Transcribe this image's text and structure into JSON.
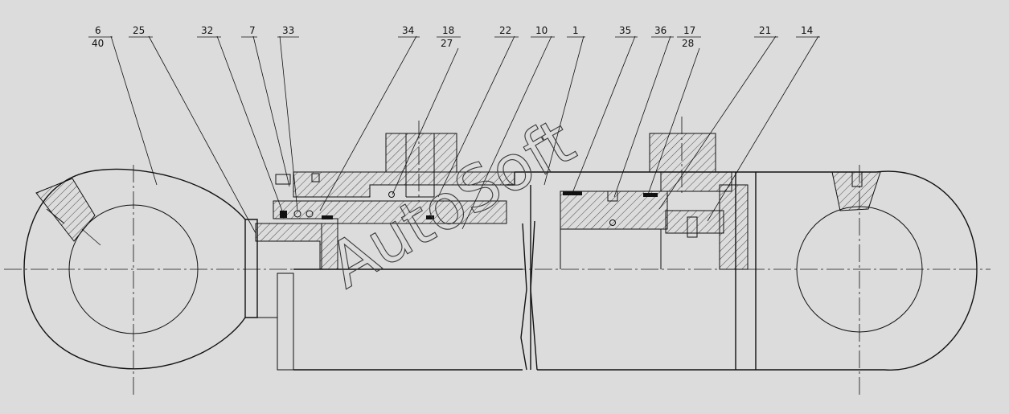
{
  "watermark": "AutoSoft",
  "callouts": [
    {
      "id": "c6",
      "text": "6",
      "sub": "40"
    },
    {
      "id": "c25",
      "text": "25"
    },
    {
      "id": "c32",
      "text": "32"
    },
    {
      "id": "c7",
      "text": "7"
    },
    {
      "id": "c33",
      "text": "33"
    },
    {
      "id": "c34",
      "text": "34"
    },
    {
      "id": "c18",
      "text": "18",
      "sub": "27"
    },
    {
      "id": "c22",
      "text": "22"
    },
    {
      "id": "c10",
      "text": "10"
    },
    {
      "id": "c1",
      "text": "1"
    },
    {
      "id": "c35",
      "text": "35"
    },
    {
      "id": "c36",
      "text": "36"
    },
    {
      "id": "c17",
      "text": "17",
      "sub": "28"
    },
    {
      "id": "c21",
      "text": "21"
    },
    {
      "id": "c14",
      "text": "14"
    }
  ]
}
